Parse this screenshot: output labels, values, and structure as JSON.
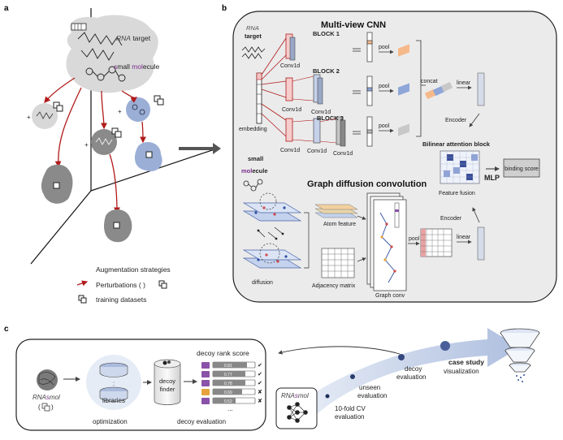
{
  "panel_a": {
    "letter": "a",
    "rna_prefix": "RNA",
    "target_word": " target",
    "small_mol": {
      "p1": "s",
      "p2": "mall ",
      "p3": "mol",
      "p4": "ecule"
    },
    "legend": {
      "heading": "Augmentation strategies",
      "perturbations": "Perturbations (",
      "perturbations_end": ")",
      "training": "training datasets"
    }
  },
  "panel_b": {
    "letter": "b",
    "cnn_title": "Multi-view CNN",
    "rna_label": "RNA",
    "target_label": "target",
    "embedding": "embedding",
    "blocks": [
      "BLOCK 1",
      "BLOCK 2",
      "BLOCK 3"
    ],
    "conv1d": "Conv1d",
    "pool": "pool",
    "concat": "concat",
    "linear": "linear",
    "encoder": "Encoder",
    "bilinear": "Bilinear attention block",
    "mlp": "MLP",
    "binding_score": "binding score",
    "small_label": "small",
    "mol_p1": "mol",
    "mol_p2": "ecule",
    "gdc_title": "Graph diffusion convolution",
    "atom_feature": "Atom feature",
    "adjacency": "Adjacency matrix",
    "diffusion": "diffusion",
    "graph_conv": "Graph conv",
    "feature_fusion": "Feature fusion"
  },
  "panel_c": {
    "letter": "c",
    "rnasmol_rna": "RNA",
    "rnasmol_s": "s",
    "rnasmol_mol": "mol",
    "libraries": "libraries",
    "optimization": "optimization",
    "decoy_finder_1": "decoy",
    "decoy_finder_2": "finder",
    "decoy_rank_score": "decoy rank score",
    "decoy_evaluation": "decoy evaluation",
    "stages": [
      {
        "l1": "10-fold CV",
        "l2": "evaluation"
      },
      {
        "l1": "unseen",
        "l2": "evaluation"
      },
      {
        "l1": "decoy",
        "l2": "evaluation"
      },
      {
        "l1": "case study",
        "l2": "visualization"
      }
    ],
    "score_values": [
      "0.81",
      "0.77",
      "0.78",
      "0.69",
      "0.52"
    ],
    "dots": "..."
  },
  "colors": {
    "panel_bg": "#ebebeb",
    "red": "#b11b1b",
    "blue_blob": "#9aaed6",
    "gray_blob": "#8a8a8a",
    "arrow_blue": "#b6c6e2"
  }
}
